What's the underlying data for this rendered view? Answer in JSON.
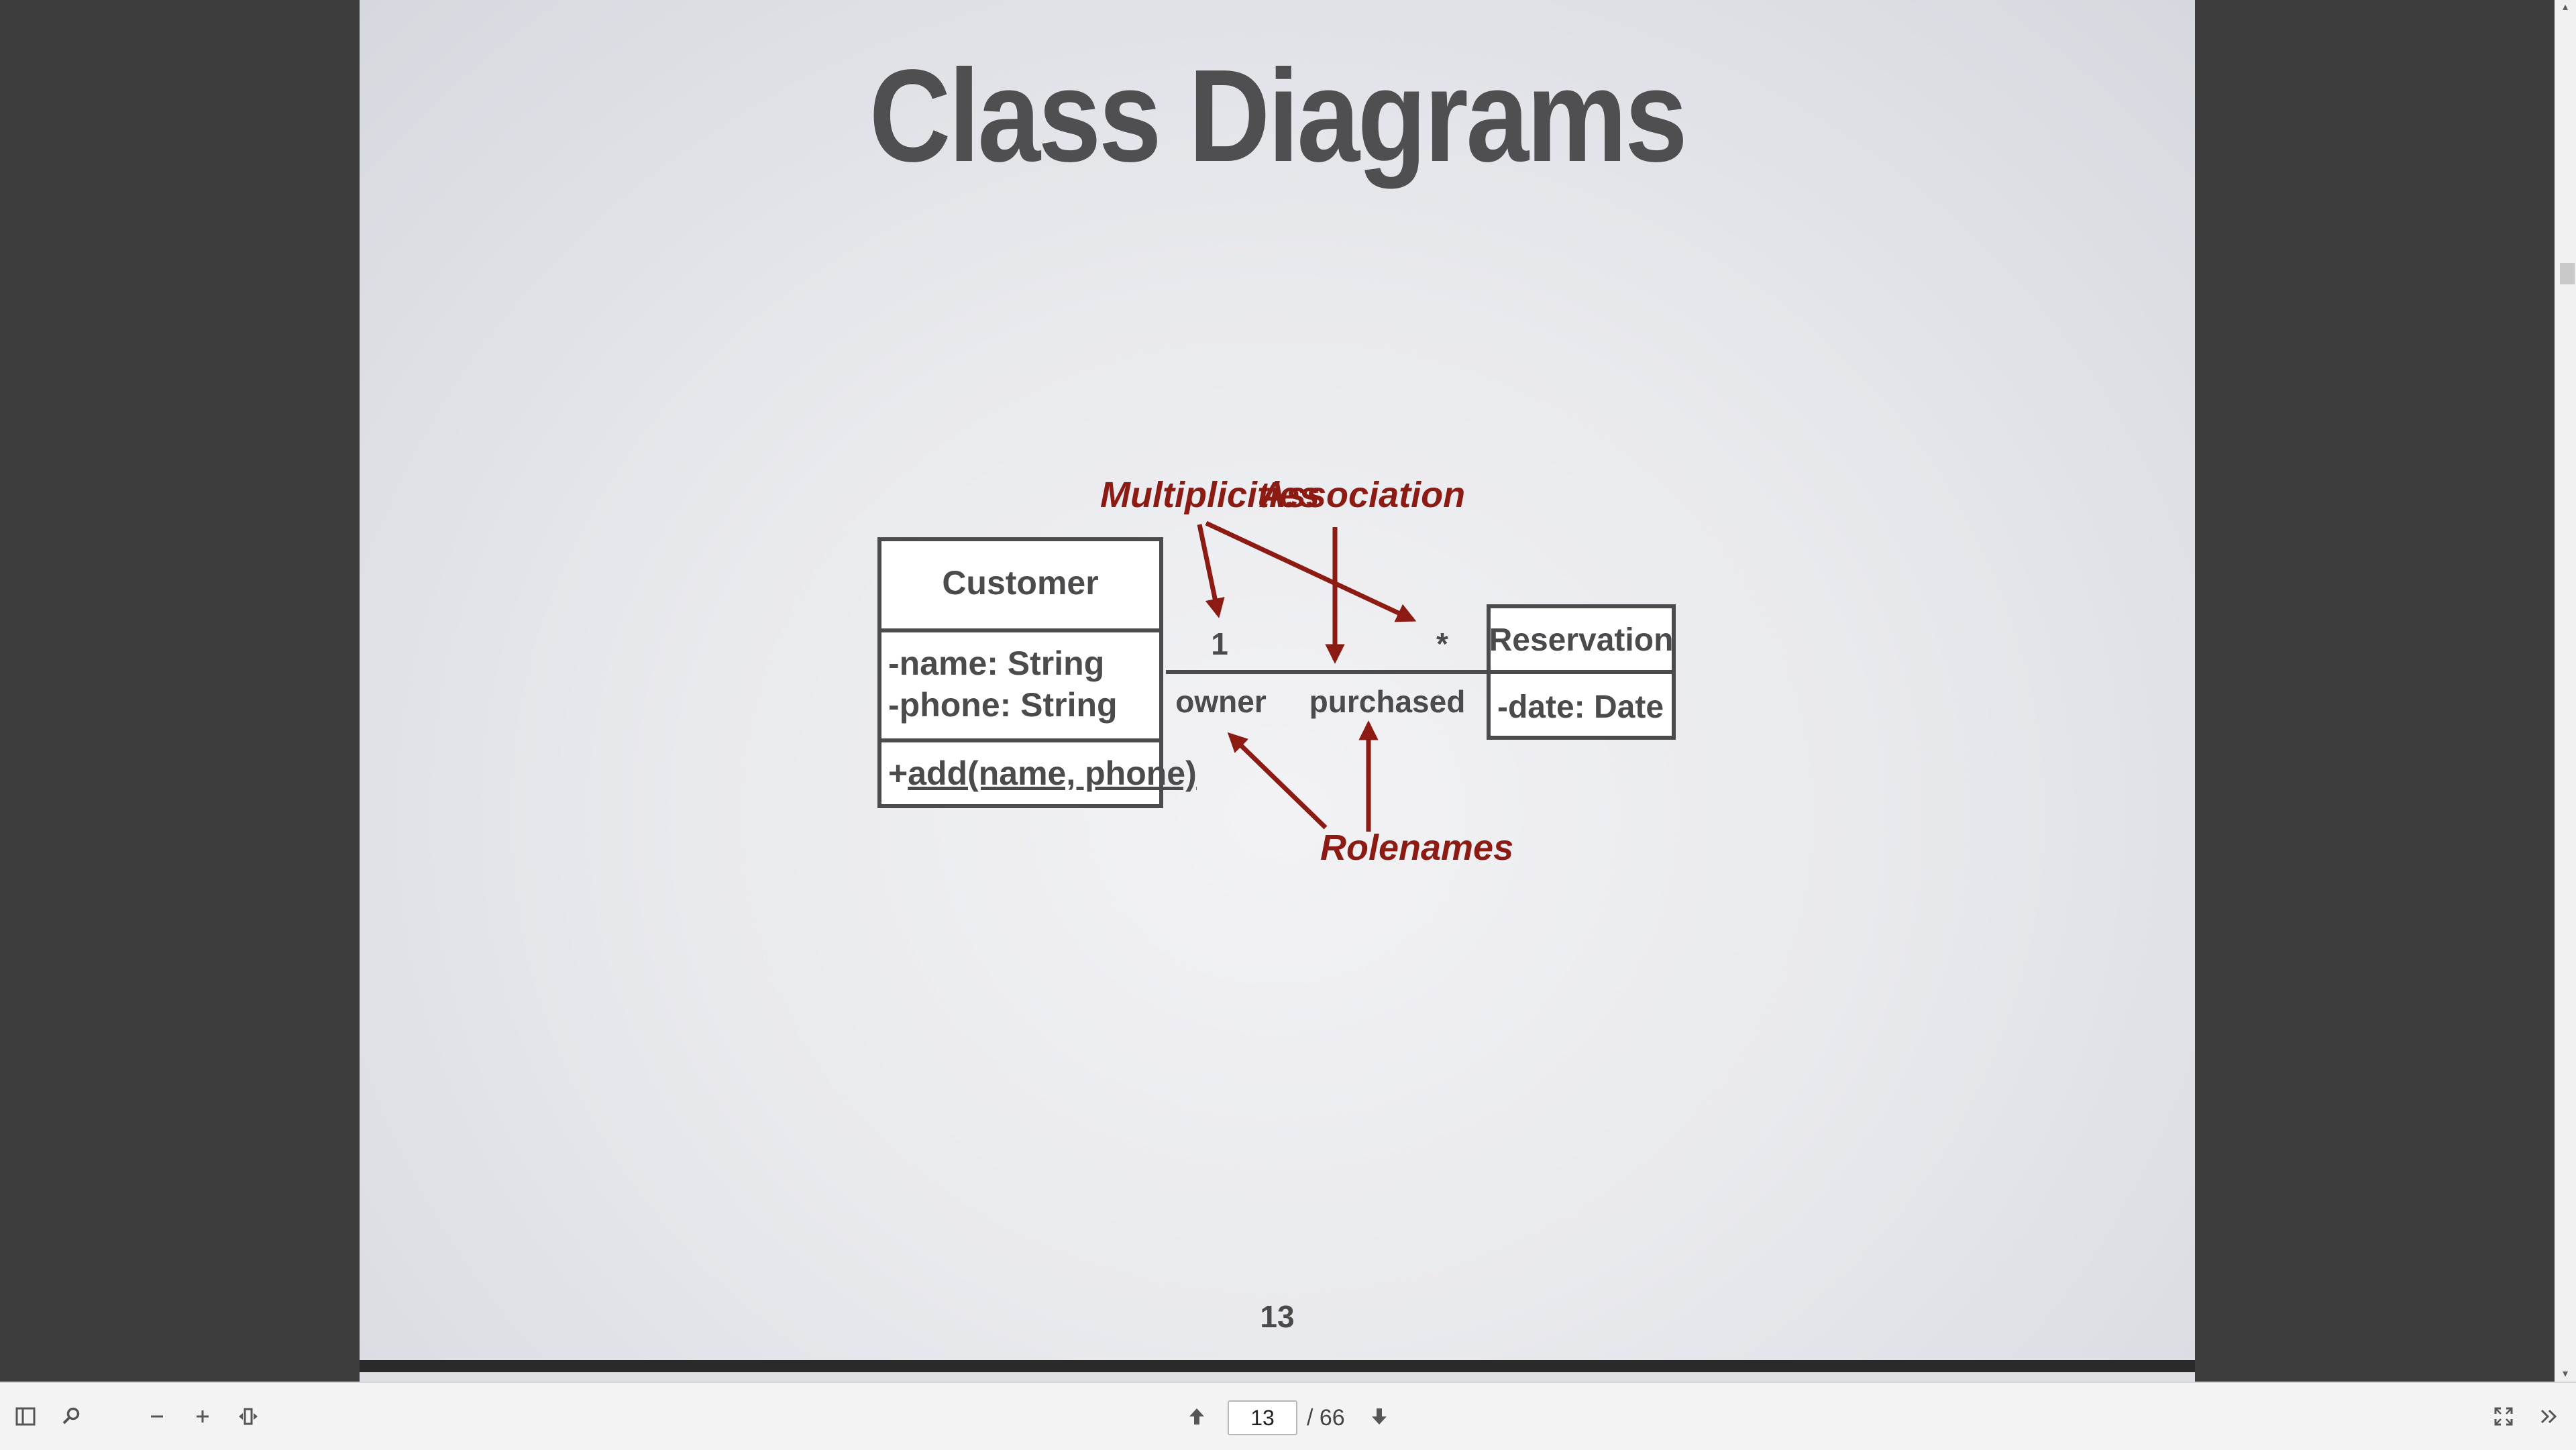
{
  "slide": {
    "title": "Class Diagrams",
    "number": "13",
    "diagram": {
      "customer": {
        "name": "Customer",
        "attr1": "-name: String",
        "attr2": "-phone: String",
        "op_prefix": "+",
        "op_name": "add(name, phone)"
      },
      "reservation": {
        "name": "Reservation",
        "attr1": "-date: Date"
      },
      "multiplicity_left": "1",
      "multiplicity_right": "*",
      "role_left": "owner",
      "role_right": "purchased",
      "annotations": {
        "multiplicities": "Multiplicities",
        "association": "Association",
        "rolenames": "Rolenames"
      },
      "annotation_color": "#8c1c13"
    }
  },
  "toolbar": {
    "current_page": "13",
    "total_pages": "/ 66",
    "icons": [
      "sidebar-toggle-icon",
      "search-icon",
      "zoom-out-icon",
      "zoom-in-icon",
      "fit-page-icon",
      "previous-page-icon",
      "next-page-icon",
      "fullscreen-icon",
      "more-tools-icon"
    ]
  }
}
